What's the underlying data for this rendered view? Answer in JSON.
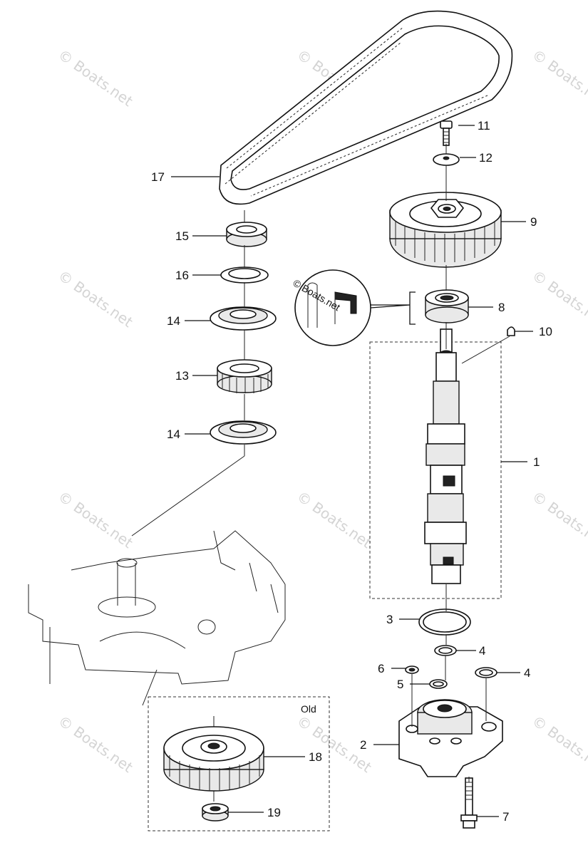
{
  "watermark": {
    "text": "© Boats.net",
    "color": "#cfcfcf"
  },
  "detail_inset": {
    "text": "© Boats.net"
  },
  "old_box": {
    "label": "Old"
  },
  "callouts": {
    "c17": "17",
    "c11": "11",
    "c12": "12",
    "c9": "9",
    "c15": "15",
    "c16": "16",
    "c14a": "14",
    "c8": "8",
    "c10": "10",
    "c13": "13",
    "c14b": "14",
    "c1": "1",
    "c3": "3",
    "c4a": "4",
    "c6": "6",
    "c4b": "4",
    "c5": "5",
    "c2": "2",
    "c18": "18",
    "c19": "19",
    "c7": "7"
  }
}
